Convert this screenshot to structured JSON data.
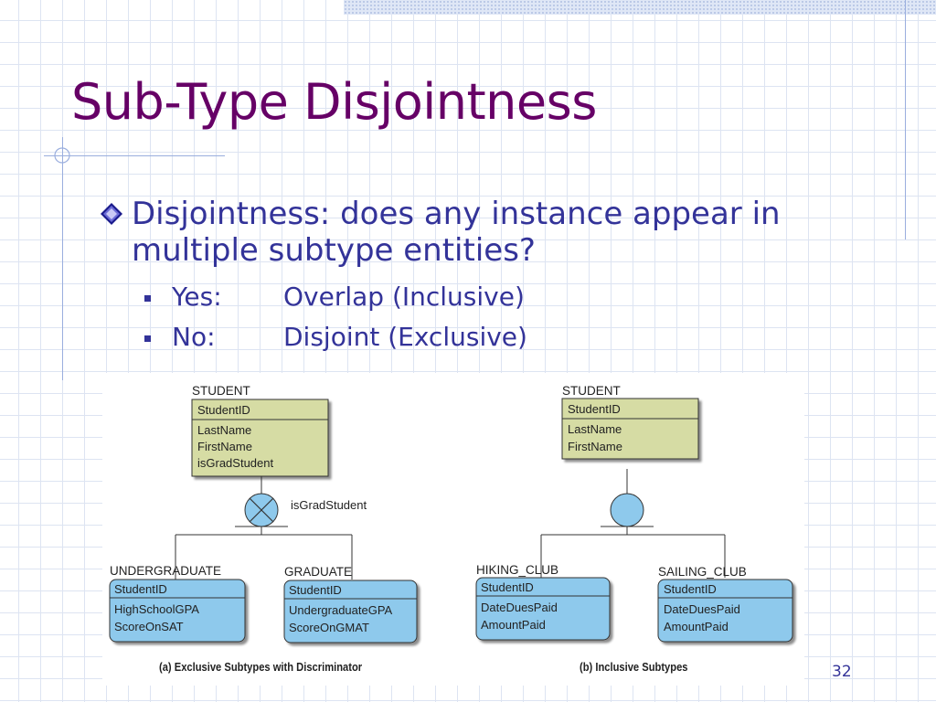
{
  "slide": {
    "title": "Sub-Type Disjointness",
    "bullet": "Disjointness: does any instance appear in multiple subtype entities?",
    "subbullets": [
      {
        "term": "Yes:",
        "value": "Overlap (Inclusive)"
      },
      {
        "term": "No:",
        "value": "Disjoint (Exclusive)"
      }
    ],
    "page_number": "32"
  },
  "diagram": {
    "left": {
      "supertype": {
        "name": "STUDENT",
        "key": "StudentID",
        "attributes": [
          "LastName",
          "FirstName",
          "isGradStudent"
        ]
      },
      "discriminator": "isGradStudent",
      "subtypes": [
        {
          "name": "UNDERGRADUATE",
          "key": "StudentID",
          "attributes": [
            "HighSchoolGPA",
            "ScoreOnSAT"
          ]
        },
        {
          "name": "GRADUATE",
          "key": "StudentID",
          "attributes": [
            "UndergraduateGPA",
            "ScoreOnGMAT"
          ]
        }
      ],
      "caption": "(a) Exclusive Subtypes with Discriminator"
    },
    "right": {
      "supertype": {
        "name": "STUDENT",
        "key": "StudentID",
        "attributes": [
          "LastName",
          "FirstName"
        ]
      },
      "subtypes": [
        {
          "name": "HIKING_CLUB",
          "key": "StudentID",
          "attributes": [
            "DateDuesPaid",
            "AmountPaid"
          ]
        },
        {
          "name": "SAILING_CLUB",
          "key": "StudentID",
          "attributes": [
            "DateDuesPaid",
            "AmountPaid"
          ]
        }
      ],
      "caption": "(b) Inclusive Subtypes"
    },
    "colors": {
      "supertype_fill": "#d6dca4",
      "subtype_fill": "#8ec9ec",
      "line": "#333333"
    }
  }
}
